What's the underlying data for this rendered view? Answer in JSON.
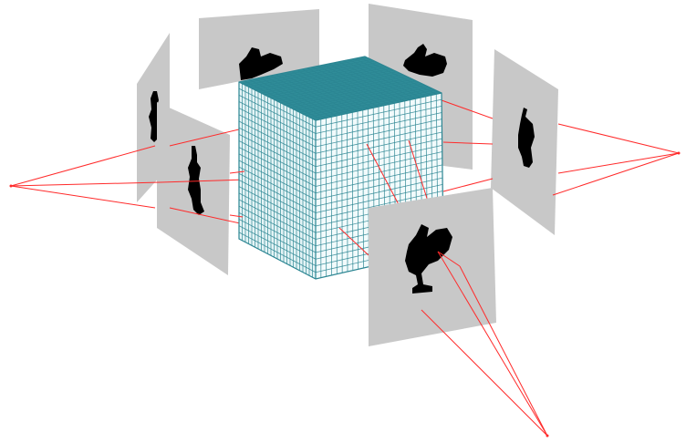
{
  "scene": {
    "description": "",
    "colors": {
      "background": "#ffffff",
      "screen_fill": "#c8c8c8",
      "silhouette": "#000000",
      "ray": "#ff2a2a",
      "cube_top": "#2f8c98",
      "cube_front": "#f2fbfc",
      "cube_side": "#e4f4f6",
      "grid_line": "#2b8592"
    },
    "icons": {
      "object": "silhouette-figure",
      "volume": "voxel-cube",
      "camera": "camera-center-point"
    },
    "grid_divisions": 24,
    "camera_count": 3,
    "screen_count": 6
  }
}
